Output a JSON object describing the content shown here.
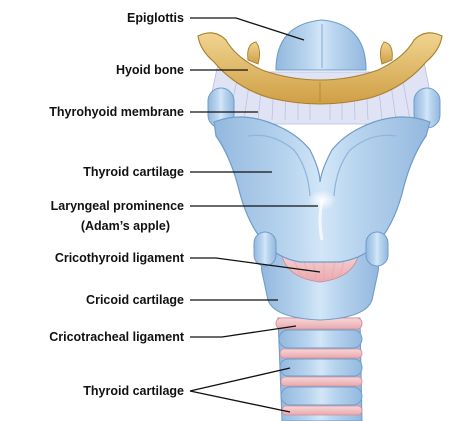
{
  "labels": {
    "epiglottis": "Epiglottis",
    "hyoid_bone": "Hyoid bone",
    "thyrohyoid_membrane": "Thyrohyoid membrane",
    "thyroid_cartilage": "Thyroid cartilage",
    "laryngeal_prominence_line1": "Laryngeal prominence",
    "laryngeal_prominence_line2": "(Adam’s apple)",
    "cricothyroid_ligament": "Cricothyroid ligament",
    "cricoid_cartilage": "Cricoid cartilage",
    "cricotracheal_ligament": "Cricotracheal ligament",
    "tracheal_rings_label": "Thyroid cartilage"
  },
  "colors": {
    "cartilage_fill": "#a9cbea",
    "cartilage_light": "#cfe3f5",
    "cartilage_stroke": "#6f9cc8",
    "hyoid_fill": "#e3bd6a",
    "hyoid_stroke": "#a87f2e",
    "membrane_fill": "#dfe3f4",
    "membrane_line": "#b7bde0",
    "ligament_fill": "#f3c3c6",
    "ligament_stroke": "#d48e94",
    "leader_line": "#111111"
  }
}
